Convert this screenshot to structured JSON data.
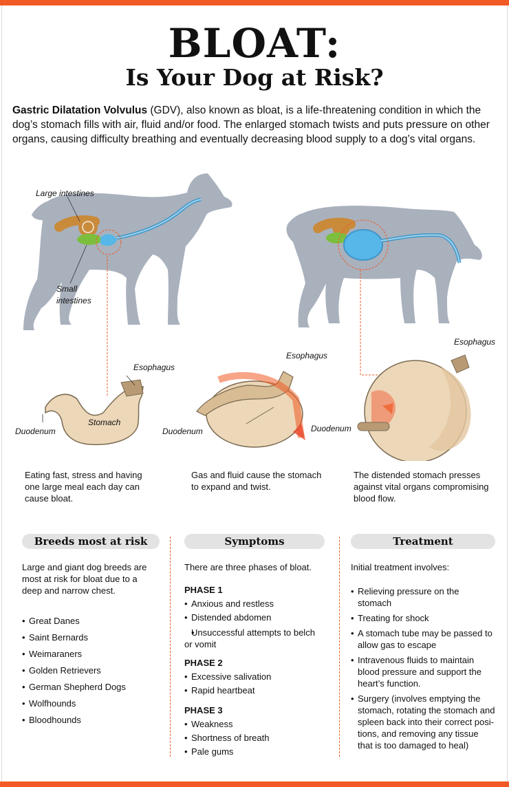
{
  "header": {
    "title": "BLOAT:",
    "subtitle": "Is Your Dog at Risk?"
  },
  "intro": {
    "bold_term": "Gastric Dilatation Volvulus",
    "text": " (GDV), also known as bloat, is a life-threatening condition in which the dog’s stomach fills with air, fluid and/or food. The enlarged stomach twists and puts pressure on other organs, causing difficulty breathing and eventually decreasing blood supply to a dog’s vital organs."
  },
  "diagram_labels": {
    "large_intestines": "Large intestines",
    "small_intestines_1": "Small",
    "small_intestines_2": "intestines",
    "esophagus": "Esophagus",
    "duodenum": "Duodenum",
    "stomach": "Stomach"
  },
  "captions": [
    "Eating fast, stress and having one large meal each day can cause bloat.",
    "Gas and fluid cause the stomach to expand and twist.",
    "The distended stomach presses against vital organs compromising blood flow."
  ],
  "breeds": {
    "heading": "Breeds most at risk",
    "intro": "Large and giant dog breeds are most at risk for bloat due to a deep and narrow chest.",
    "items": [
      "Great Danes",
      "Saint Bernards",
      "Weimaraners",
      "Golden Retrievers",
      "German Shepherd Dogs",
      "Wolfhounds",
      "Bloodhounds"
    ]
  },
  "symptoms": {
    "heading": "Symptoms",
    "intro": "There are three phases of bloat.",
    "phases": [
      {
        "label": "PHASE 1",
        "items": [
          "Anxious and restless",
          "Distended abdomen",
          "Unsuccessful attempts to belch or vomit"
        ]
      },
      {
        "label": "PHASE 2",
        "items": [
          "Excessive salivation",
          "Rapid heartbeat"
        ]
      },
      {
        "label": "PHASE 3",
        "items": [
          "Weakness",
          "Shortness of breath",
          "Pale gums"
        ]
      }
    ]
  },
  "treatment": {
    "heading": "Treatment",
    "intro": "Initial treatment involves:",
    "items": [
      "Relieving pressure on the stomach",
      "Treating for shock",
      "A stomach tube may be passed to allow gas to escape",
      "Intravenous fluids to maintain blood pressure and support the heart’s function.",
      "Surgery (involves emptying the stomach, rotating the stomach and spleen back into their correct posi-tions, and removing any tissue that is too damaged to heal)"
    ]
  },
  "colors": {
    "accent": "#f15a24",
    "dog_silhouette": "#a9b1bd",
    "stomach_normal": "#57b7e8",
    "stomach_tan": "#ecd7b8",
    "intestine_large": "#c98a3a",
    "intestine_small": "#7cbf3f",
    "pill": "#e3e3e3"
  }
}
